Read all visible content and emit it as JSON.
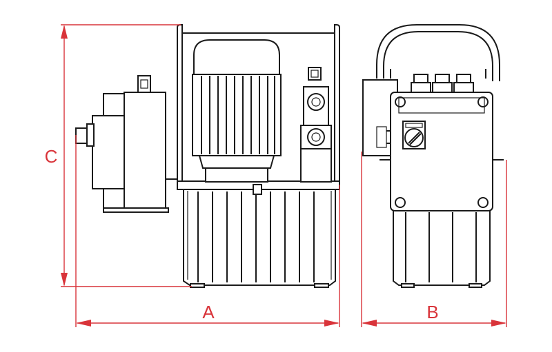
{
  "dimensions": {
    "a_label": "A",
    "b_label": "B",
    "c_label": "C"
  },
  "colors": {
    "dimension": "#d9343a",
    "outline": "#1a1a1a",
    "background": "#ffffff"
  }
}
